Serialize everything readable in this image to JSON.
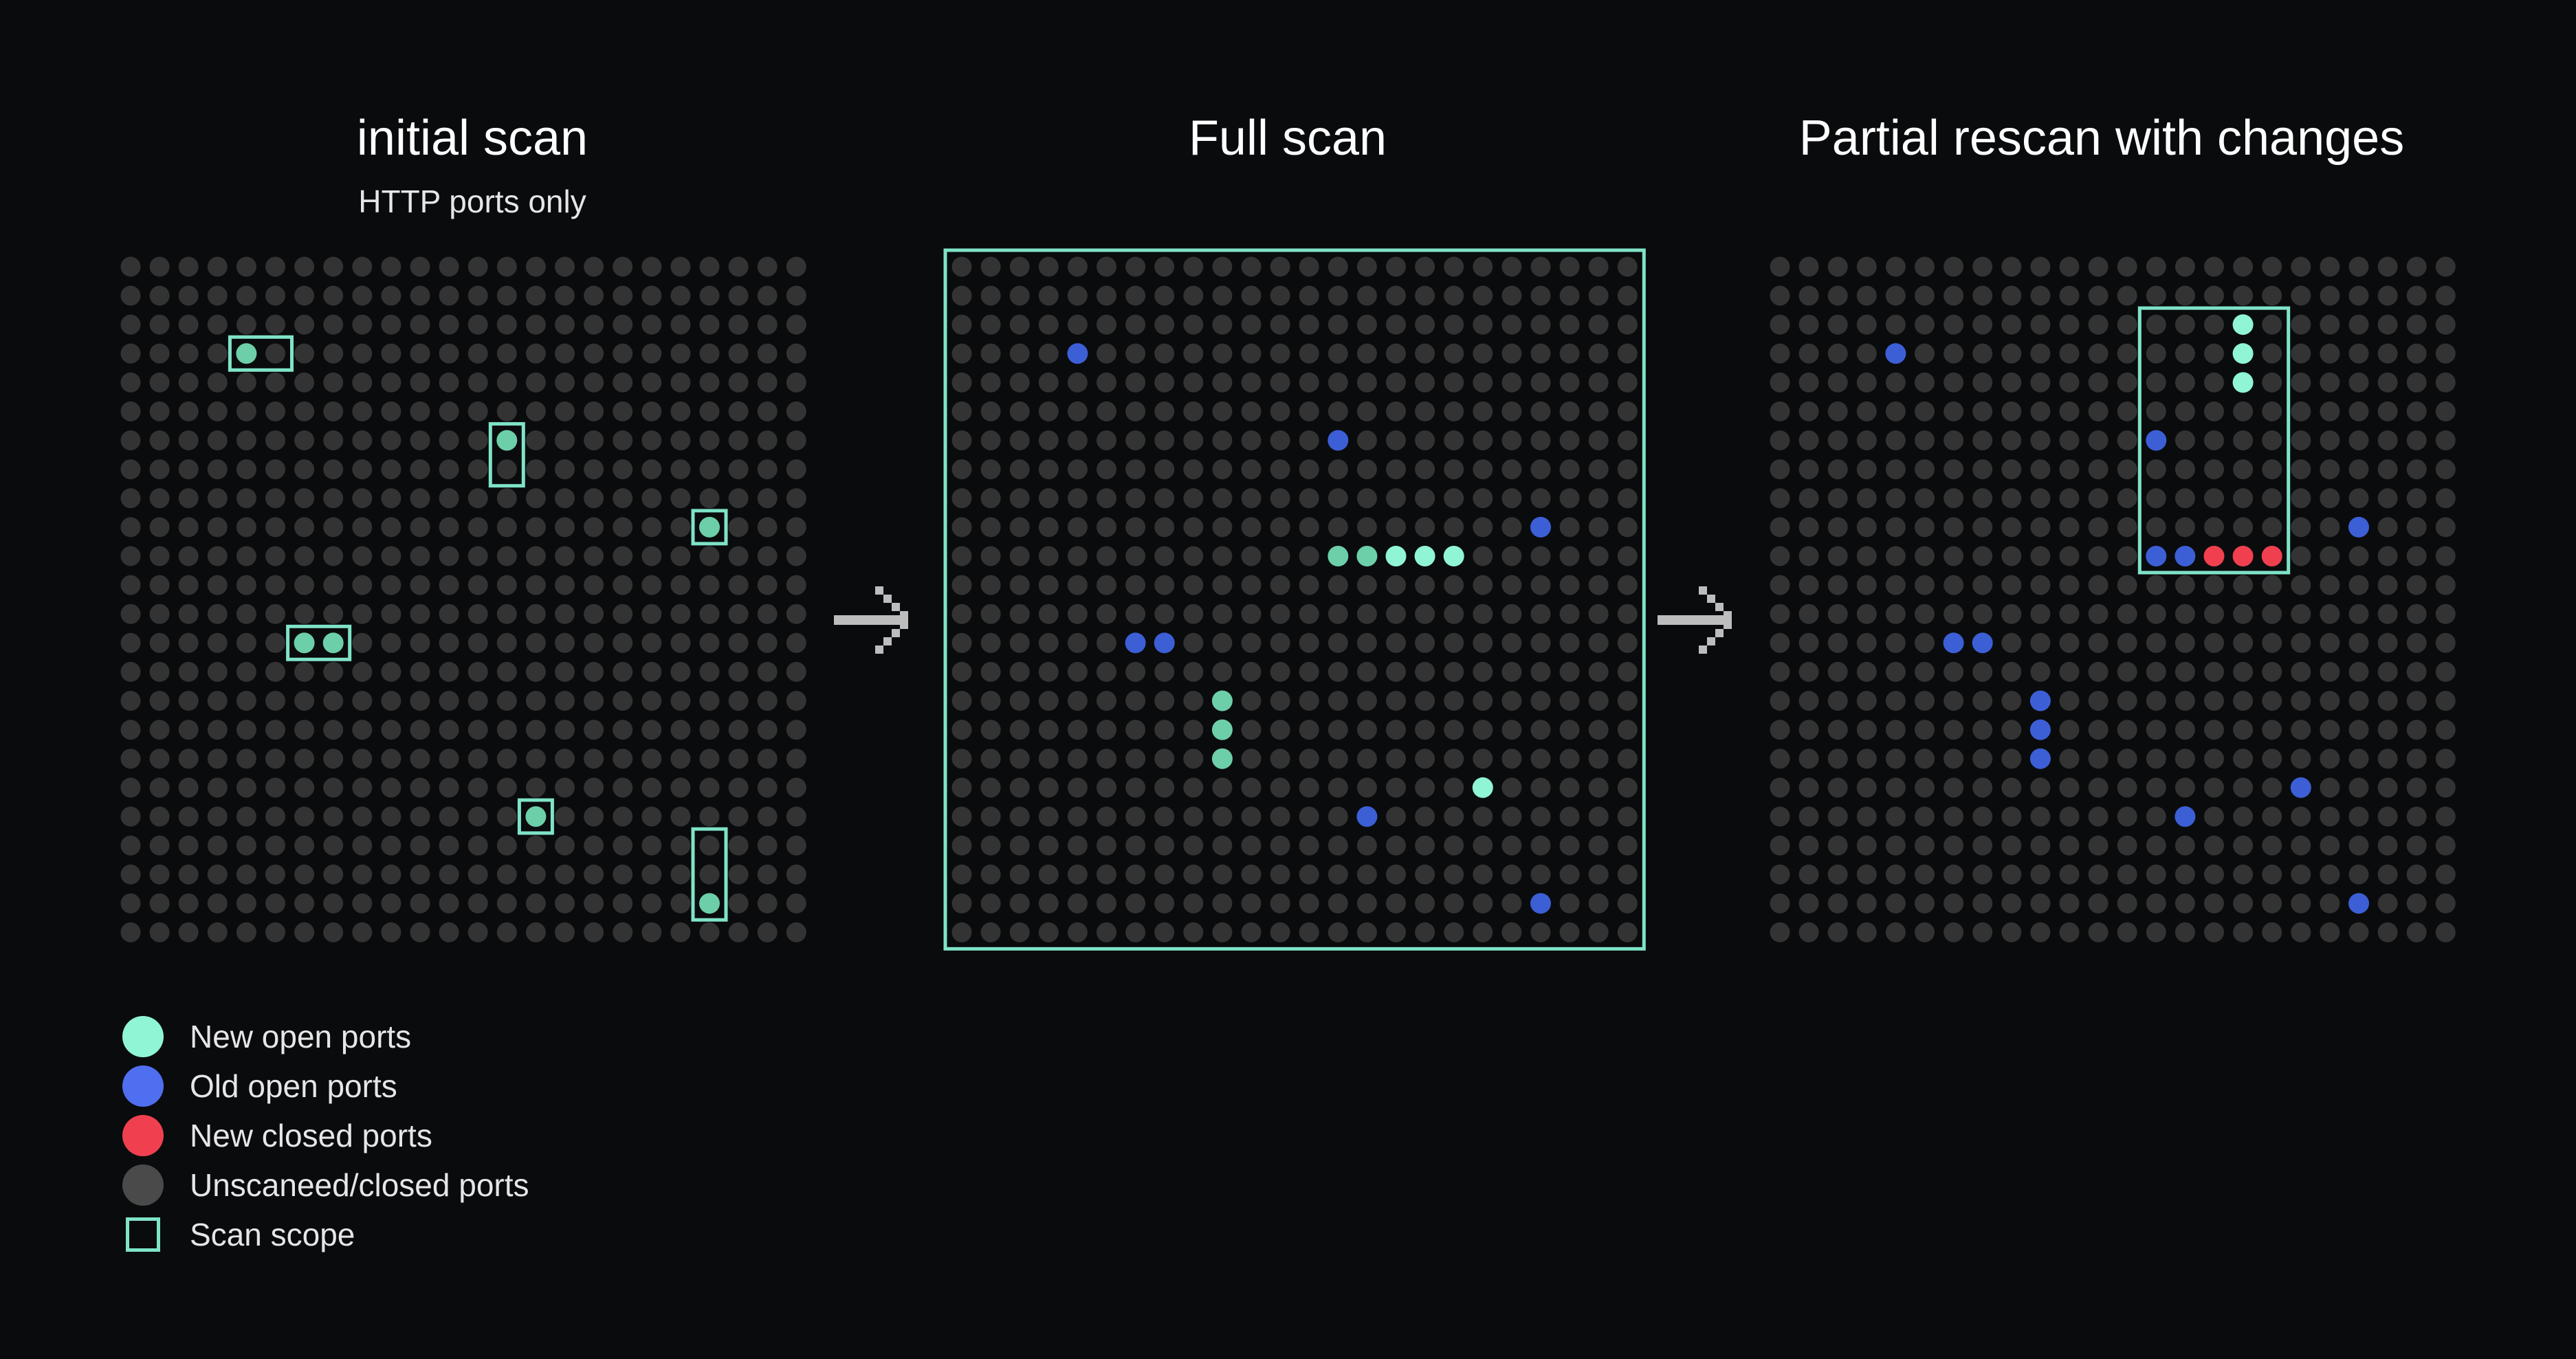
{
  "panels": [
    {
      "title": "initial scan",
      "subtitle": "HTTP ports only"
    },
    {
      "title": "Full scan",
      "subtitle": ""
    },
    {
      "title": "Partial rescan with changes",
      "subtitle": ""
    }
  ],
  "grid": {
    "rows": 24,
    "cols": 24
  },
  "colors": {
    "background": "#0a0b0d",
    "unscanned": "#333333",
    "new_open": "#8ff5d5",
    "scanned_open": "#6ccfaa",
    "old_open": "#3c5fd6",
    "new_closed": "#f0404f",
    "scope": "#7fe3c8",
    "arrow": "#bdbdbd"
  },
  "markers": {
    "panel1": {
      "ports": [
        {
          "row": 3,
          "col": 4,
          "state": "scanned_open"
        },
        {
          "row": 6,
          "col": 13,
          "state": "scanned_open"
        },
        {
          "row": 9,
          "col": 20,
          "state": "scanned_open"
        },
        {
          "row": 13,
          "col": 6,
          "state": "scanned_open"
        },
        {
          "row": 13,
          "col": 7,
          "state": "scanned_open"
        },
        {
          "row": 19,
          "col": 14,
          "state": "scanned_open"
        },
        {
          "row": 22,
          "col": 20,
          "state": "scanned_open"
        }
      ],
      "scopes": [
        {
          "r1": 3,
          "c1": 4,
          "r2": 3,
          "c2": 5
        },
        {
          "r1": 6,
          "c1": 13,
          "r2": 7,
          "c2": 13
        },
        {
          "r1": 9,
          "c1": 20,
          "r2": 9,
          "c2": 20
        },
        {
          "r1": 13,
          "c1": 6,
          "r2": 13,
          "c2": 7
        },
        {
          "r1": 19,
          "c1": 14,
          "r2": 19,
          "c2": 14
        },
        {
          "r1": 20,
          "c1": 20,
          "r2": 22,
          "c2": 20
        }
      ]
    },
    "panel2": {
      "ports": [
        {
          "row": 3,
          "col": 4,
          "state": "old_open"
        },
        {
          "row": 6,
          "col": 13,
          "state": "old_open"
        },
        {
          "row": 9,
          "col": 20,
          "state": "old_open"
        },
        {
          "row": 10,
          "col": 13,
          "state": "scanned_open"
        },
        {
          "row": 10,
          "col": 14,
          "state": "scanned_open"
        },
        {
          "row": 10,
          "col": 15,
          "state": "new_open"
        },
        {
          "row": 10,
          "col": 16,
          "state": "new_open"
        },
        {
          "row": 10,
          "col": 17,
          "state": "new_open"
        },
        {
          "row": 13,
          "col": 6,
          "state": "old_open"
        },
        {
          "row": 13,
          "col": 7,
          "state": "old_open"
        },
        {
          "row": 15,
          "col": 9,
          "state": "scanned_open"
        },
        {
          "row": 16,
          "col": 9,
          "state": "scanned_open"
        },
        {
          "row": 17,
          "col": 9,
          "state": "scanned_open"
        },
        {
          "row": 18,
          "col": 18,
          "state": "new_open"
        },
        {
          "row": 19,
          "col": 14,
          "state": "old_open"
        },
        {
          "row": 22,
          "col": 20,
          "state": "old_open"
        }
      ],
      "scopes": [
        {
          "r1": 0,
          "c1": 0,
          "r2": 23,
          "c2": 23
        }
      ]
    },
    "panel3": {
      "ports": [
        {
          "row": 3,
          "col": 4,
          "state": "old_open"
        },
        {
          "row": 2,
          "col": 16,
          "state": "new_open"
        },
        {
          "row": 3,
          "col": 16,
          "state": "new_open"
        },
        {
          "row": 4,
          "col": 16,
          "state": "new_open"
        },
        {
          "row": 6,
          "col": 13,
          "state": "old_open"
        },
        {
          "row": 9,
          "col": 20,
          "state": "old_open"
        },
        {
          "row": 10,
          "col": 13,
          "state": "old_open"
        },
        {
          "row": 10,
          "col": 14,
          "state": "old_open"
        },
        {
          "row": 10,
          "col": 15,
          "state": "new_closed"
        },
        {
          "row": 10,
          "col": 16,
          "state": "new_closed"
        },
        {
          "row": 10,
          "col": 17,
          "state": "new_closed"
        },
        {
          "row": 13,
          "col": 6,
          "state": "old_open"
        },
        {
          "row": 13,
          "col": 7,
          "state": "old_open"
        },
        {
          "row": 15,
          "col": 9,
          "state": "old_open"
        },
        {
          "row": 16,
          "col": 9,
          "state": "old_open"
        },
        {
          "row": 17,
          "col": 9,
          "state": "old_open"
        },
        {
          "row": 18,
          "col": 18,
          "state": "old_open"
        },
        {
          "row": 19,
          "col": 14,
          "state": "old_open"
        },
        {
          "row": 22,
          "col": 20,
          "state": "old_open"
        }
      ],
      "scopes": [
        {
          "r1": 2,
          "c1": 13,
          "r2": 10,
          "c2": 17
        }
      ]
    }
  },
  "legend": [
    {
      "label": "New open ports",
      "color": "#8ff5d5",
      "shape": "circle",
      "icon": "new-open-icon"
    },
    {
      "label": "Old open ports",
      "color": "#4f6ff0",
      "shape": "circle",
      "icon": "old-open-icon"
    },
    {
      "label": "New closed ports",
      "color": "#f0404f",
      "shape": "circle",
      "icon": "new-closed-icon"
    },
    {
      "label": "Unscaneed/closed ports",
      "color": "#4a4a4a",
      "shape": "circle",
      "icon": "unscanned-icon"
    },
    {
      "label": "Scan scope",
      "color": "#7fe3c8",
      "shape": "square",
      "icon": "scan-scope-icon"
    }
  ]
}
